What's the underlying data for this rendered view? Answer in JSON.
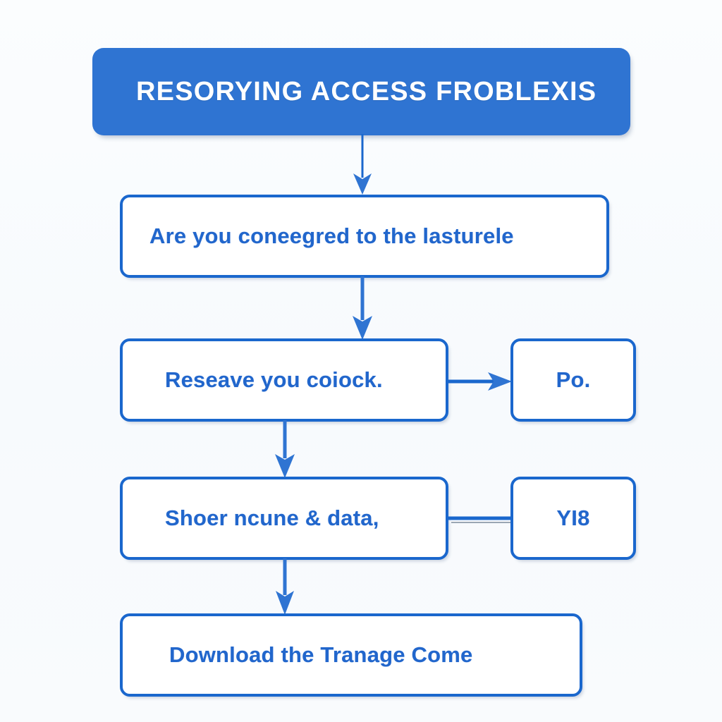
{
  "page": {
    "background_color": "#fafcfe",
    "accent_color": "#2f74d2",
    "border_color": "#1a67cd",
    "text_color": "#2166cc",
    "banner_text_color": "#ffffff"
  },
  "banner": {
    "title": "RESORYING ACCESS FROBLEXIS"
  },
  "nodes": {
    "connected": {
      "label": "Are you coneegred to the lasturele"
    },
    "reserve": {
      "label": "Reseave you coiock."
    },
    "po": {
      "label": "Po."
    },
    "share": {
      "label": "Shoer ncune & data,"
    },
    "yes": {
      "label": "YI8"
    },
    "download": {
      "label": "Download the Tranage Come"
    }
  },
  "connectors": [
    {
      "name": "banner-to-connected",
      "direction": "down",
      "arrowhead": true
    },
    {
      "name": "connected-to-reserve",
      "direction": "down",
      "arrowhead": true
    },
    {
      "name": "reserve-to-po",
      "direction": "right",
      "arrowhead": true
    },
    {
      "name": "reserve-to-share",
      "direction": "down",
      "arrowhead": true
    },
    {
      "name": "share-to-yes",
      "direction": "right",
      "arrowhead": false
    },
    {
      "name": "share-to-download",
      "direction": "down",
      "arrowhead": true
    }
  ]
}
